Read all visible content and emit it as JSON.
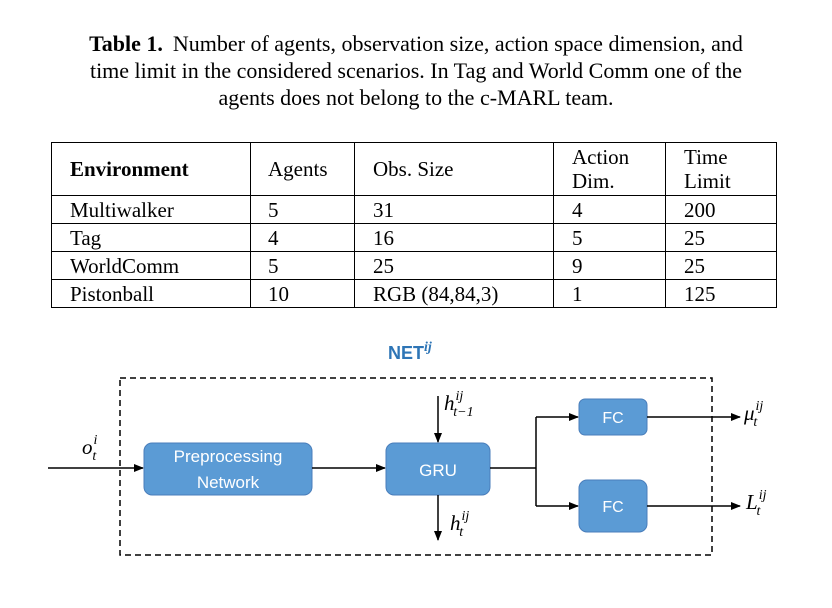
{
  "caption": {
    "label": "Table 1.",
    "lines": [
      "Number of agents, observation size, action space dimension, and",
      "time limit in the considered scenarios. In Tag and World Comm one of the",
      "agents does not belong to the c-MARL team."
    ]
  },
  "table": {
    "headers": [
      "Environment",
      "Agents",
      "Obs. Size",
      "Action Dim.",
      "Time Limit"
    ],
    "header_lines": {
      "action": [
        "Action",
        "Dim."
      ],
      "time": [
        "Time",
        "Limit"
      ]
    },
    "rows": [
      [
        "Multiwalker",
        "5",
        "31",
        "4",
        "200"
      ],
      [
        "Tag",
        "4",
        "16",
        "5",
        "25"
      ],
      [
        "WorldComm",
        "5",
        "25",
        "9",
        "25"
      ],
      [
        "Pistonball",
        "10",
        "RGB (84,84,3)",
        "1",
        "125"
      ]
    ]
  },
  "diagram": {
    "title": "NET",
    "title_sup": "ij",
    "input": {
      "main": "o",
      "sup": "i",
      "sub": "t"
    },
    "hidden_in": {
      "main": "h",
      "sup": "ij",
      "sub": "t−1"
    },
    "hidden_out": {
      "main": "h",
      "sup": "ij",
      "sub": "t"
    },
    "out_mu": {
      "main": "μ",
      "sup": "ij",
      "sub": "t"
    },
    "out_L": {
      "main": "L",
      "sup": "ij",
      "sub": "t"
    },
    "blocks": {
      "preprocessing": [
        "Preprocessing",
        "Network"
      ],
      "gru": "GRU",
      "fc_top": "FC",
      "fc_bottom": "FC"
    },
    "colors": {
      "block_fill": "#5B9BD5",
      "block_stroke": "#4A7EBB",
      "title": "#2E75B6"
    }
  }
}
